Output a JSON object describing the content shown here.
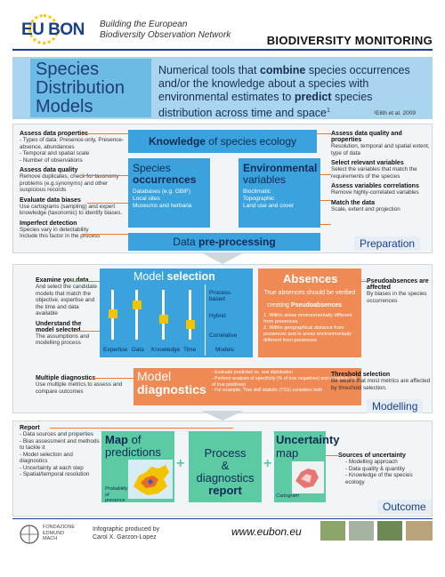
{
  "header": {
    "logo_text": "EU BON",
    "tagline_1": "Building the European",
    "tagline_2": "Biodiversity Observation Network",
    "brand": "BIODIVERSITY MONITORING"
  },
  "title": {
    "line1": "Species",
    "line2": "Distribution",
    "line3": "Models",
    "intro_1": "Numerical tools that ",
    "intro_b1": "combine",
    "intro_2": " species occurrences and/or the knowledge about a species with environmental estimates to ",
    "intro_b2": "predict",
    "intro_3": " species distribution across time and space",
    "intro_sup": "1",
    "citation": "¹Elith et al. 2009"
  },
  "preparation": {
    "tab": "Preparation",
    "left": [
      {
        "title": "Assess data properties",
        "body": "- Types of data: Presence-only, Presence-absence, abundances\n- Temporal and spatial scale\n- Number of observations"
      },
      {
        "title": "Assess data quality",
        "body": "Remove duplicates, check for taxonomy problems (e.g.synonyms) and other suspicious records"
      },
      {
        "title": "Evaluate data biases",
        "body": "Use cartograms (sampling) and expert knowledge (taxonomic) to identify biases."
      },
      {
        "title": "Imperfect detection",
        "body": "Species vary in detectability\nInclude this factor in the process"
      }
    ],
    "right": [
      {
        "title": "Assess data quality and properties",
        "body": "Resolution, temporal and spatial extent, type of data"
      },
      {
        "title": "Select relevant variables",
        "body": "Select the variables that match the requirements of the species"
      },
      {
        "title": "Assess variables correlations",
        "body": "Remove highly-correlated variables"
      },
      {
        "title": "Match the data",
        "body": "Scale, extent and projection"
      }
    ],
    "knowledge_b": "Knowledge",
    "knowledge_n": " of species ecology",
    "occ_h1": "Species",
    "occ_h2": "occurrences",
    "occ_sub": "Databases (e.g. GBIF)\nLocal sites\nMuseums and herbaria",
    "env_h1": "Environmental",
    "env_h2": "variables",
    "env_sub": "Bioclimatic\nTopographic\nLand use and cover",
    "preproc_n": "Data ",
    "preproc_b": "pre-processing"
  },
  "modelling": {
    "tab": "Modelling",
    "left": [
      {
        "title": "Examine you data",
        "body": "And select the candidate models that match the objective, expertise and the time and data available"
      },
      {
        "title": "Understand the model selected",
        "body": "The assumptions and modelling process"
      },
      {
        "title": "Multiple diagnostics",
        "body": "Use multiple metrics to assess and compare outcomes"
      }
    ],
    "sel_n": "Model ",
    "sel_b": "selection",
    "sliders": [
      "Expertise",
      "Data",
      "Knowledge",
      "Time"
    ],
    "models_label": "Models",
    "models": [
      "Process-based",
      "Hybrid",
      "Correlative"
    ],
    "abs_b": "Absences",
    "abs_sub": "True absences should be verified",
    "abs_create_n": "creating ",
    "abs_create_b": "Pseudoabsences",
    "abs_items": [
      "1. Within areas environmentally different from presences",
      "2. Within geographical distance from presences and in areas environmentally different from presences"
    ],
    "right": [
      {
        "title": "Pseudoabsences are affected",
        "body": "By biases in the species occurrences"
      },
      {
        "title": "Threshold selection",
        "body": "Be aware that most metrics are affected by threshold selection."
      }
    ],
    "diag_t1": "Model",
    "diag_t2": "diagnostics",
    "diag_items": [
      "- Evaluate predicted vs. real distribution",
      "- Perform analysis of specificity (% of true negatives) and sensitivity (% of true positives)",
      "- For example, True skill statistic (TSS) considers both"
    ]
  },
  "outcome": {
    "tab": "Outcome",
    "report_title": "Report",
    "report_items": [
      "- Data sources and properties",
      "- Bias assessment and methods to tackle it",
      "- Model selection and diagnostics",
      "- Uncertainty at each step",
      "- Spatial/temporal resolution"
    ],
    "map_b": "Map",
    "map_n": " of predictions",
    "map_caption": "Probability of presence",
    "proc_1": "Process",
    "proc_2": "&",
    "proc_3": "diagnostics",
    "proc_4": "report",
    "unc_b": "Uncertainty",
    "unc_n": "map",
    "unc_caption": "Cartogram",
    "sources_title": "Sources of uncertainty",
    "sources_items": [
      "- Modelling approach",
      "- Data quality & quantity",
      "- Knowledge of the species ecology"
    ],
    "plus": "+"
  },
  "footer": {
    "fem_1": "FONDAZIONE",
    "fem_2": "EDMUND",
    "fem_3": "MACH",
    "credit_1": "Infographic produced by",
    "credit_2": "Carol X. Garzon-Lopez",
    "url": "www.eubon.eu"
  },
  "colors": {
    "blue": "#3aa3dd",
    "orange": "#ef8a55",
    "green": "#5ccaa3",
    "navy": "#1a3f8b",
    "yellow": "#f3c300"
  }
}
